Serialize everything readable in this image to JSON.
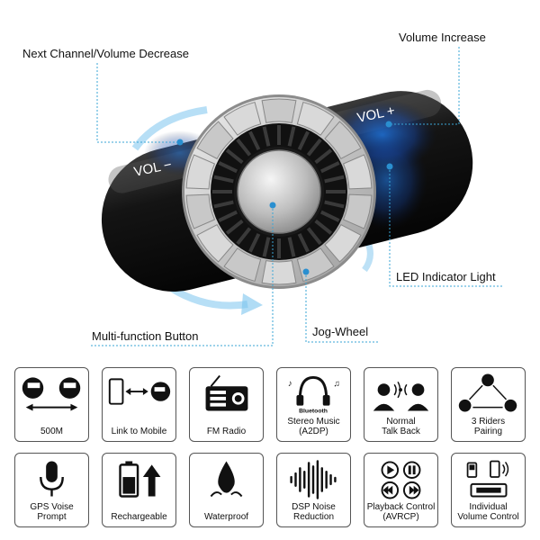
{
  "callouts": {
    "next_channel": "Next Channel/Volume Decrease",
    "volume_increase": "Volume Increase",
    "led": "LED Indicator Light",
    "multi_function": "Multi-function Button",
    "jog_wheel": "Jog-Wheel"
  },
  "device": {
    "vol_minus": "VOL −",
    "vol_plus": "VOL +"
  },
  "features": [
    {
      "label": "500M",
      "icon": "helmets-range-icon"
    },
    {
      "label": "Link to Mobile",
      "icon": "phone-helmet-link-icon"
    },
    {
      "label": "FM Radio",
      "icon": "radio-icon"
    },
    {
      "label": "Stereo Music\n(A2DP)",
      "icon": "headphones-bluetooth-icon",
      "brand": "Bluetooth"
    },
    {
      "label": "Normal\nTalk Back",
      "icon": "talk-back-icon"
    },
    {
      "label": "3 Riders\nPairing",
      "icon": "three-riders-icon"
    },
    {
      "label": "GPS Voise\nPrompt",
      "icon": "microphone-icon"
    },
    {
      "label": "Rechargeable",
      "icon": "battery-charge-icon"
    },
    {
      "label": "Waterproof",
      "icon": "water-drop-icon"
    },
    {
      "label": "DSP Noise\nReduction",
      "icon": "sound-wave-icon"
    },
    {
      "label": "Playback Control\n(AVRCP)",
      "icon": "playback-controls-icon"
    },
    {
      "label": "Individual\nVolume Control",
      "icon": "volume-control-icon"
    }
  ]
}
